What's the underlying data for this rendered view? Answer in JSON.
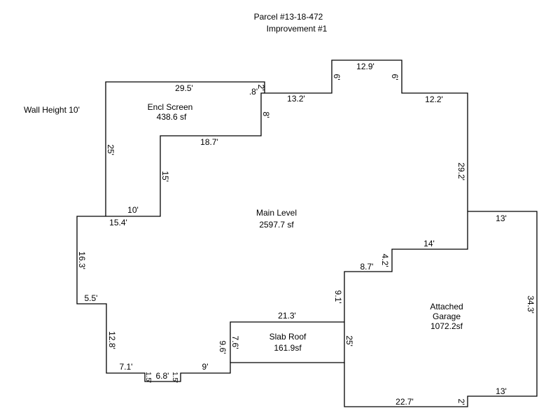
{
  "header": {
    "parcel": "Parcel #13-18-472",
    "improvement": "Improvement #1"
  },
  "wall_height": "Wall Height 10'",
  "areas": {
    "encl_screen": {
      "name": "Encl Screen",
      "area": "438.6 sf"
    },
    "main_level": {
      "name": "Main Level",
      "area": "2597.7 sf"
    },
    "slab_roof": {
      "name": "Slab Roof",
      "area": "161.9sf"
    },
    "garage": {
      "name1": "Attached",
      "name2": "Garage",
      "area": "1072.2sf"
    }
  },
  "dims": {
    "d29_5": "29.5'",
    "d_8": ".8'",
    "d2a": "2'",
    "d13_2": "13.2'",
    "d6a": "6'",
    "d12_9": "12.9'",
    "d6b": "6'",
    "d12_2": "12.2'",
    "d8": "8'",
    "d18_7": "18.7'",
    "d25a": "25'",
    "d15": "15'",
    "d10": "10'",
    "d15_4": "15.4'",
    "d29_2": "29.2'",
    "d13a": "13'",
    "d14": "14'",
    "d4_2": "4.2'",
    "d8_7": "8.7'",
    "d9_1": "9.1'",
    "d16_3": "16.3'",
    "d5_5": "5.5'",
    "d21_3": "21.3'",
    "d34_3": "34.3'",
    "d12_8": "12.8'",
    "d9_6": "9.6'",
    "d7_6": "7.6'",
    "d25b": "25'",
    "d7_1": "7.1'",
    "d1_5a": "1.5'",
    "d6_8": "6.8'",
    "d1_5b": "1.5'",
    "d9": "9'",
    "d22_7": "22.7'",
    "d2b": "2'",
    "d13b": "13'"
  }
}
